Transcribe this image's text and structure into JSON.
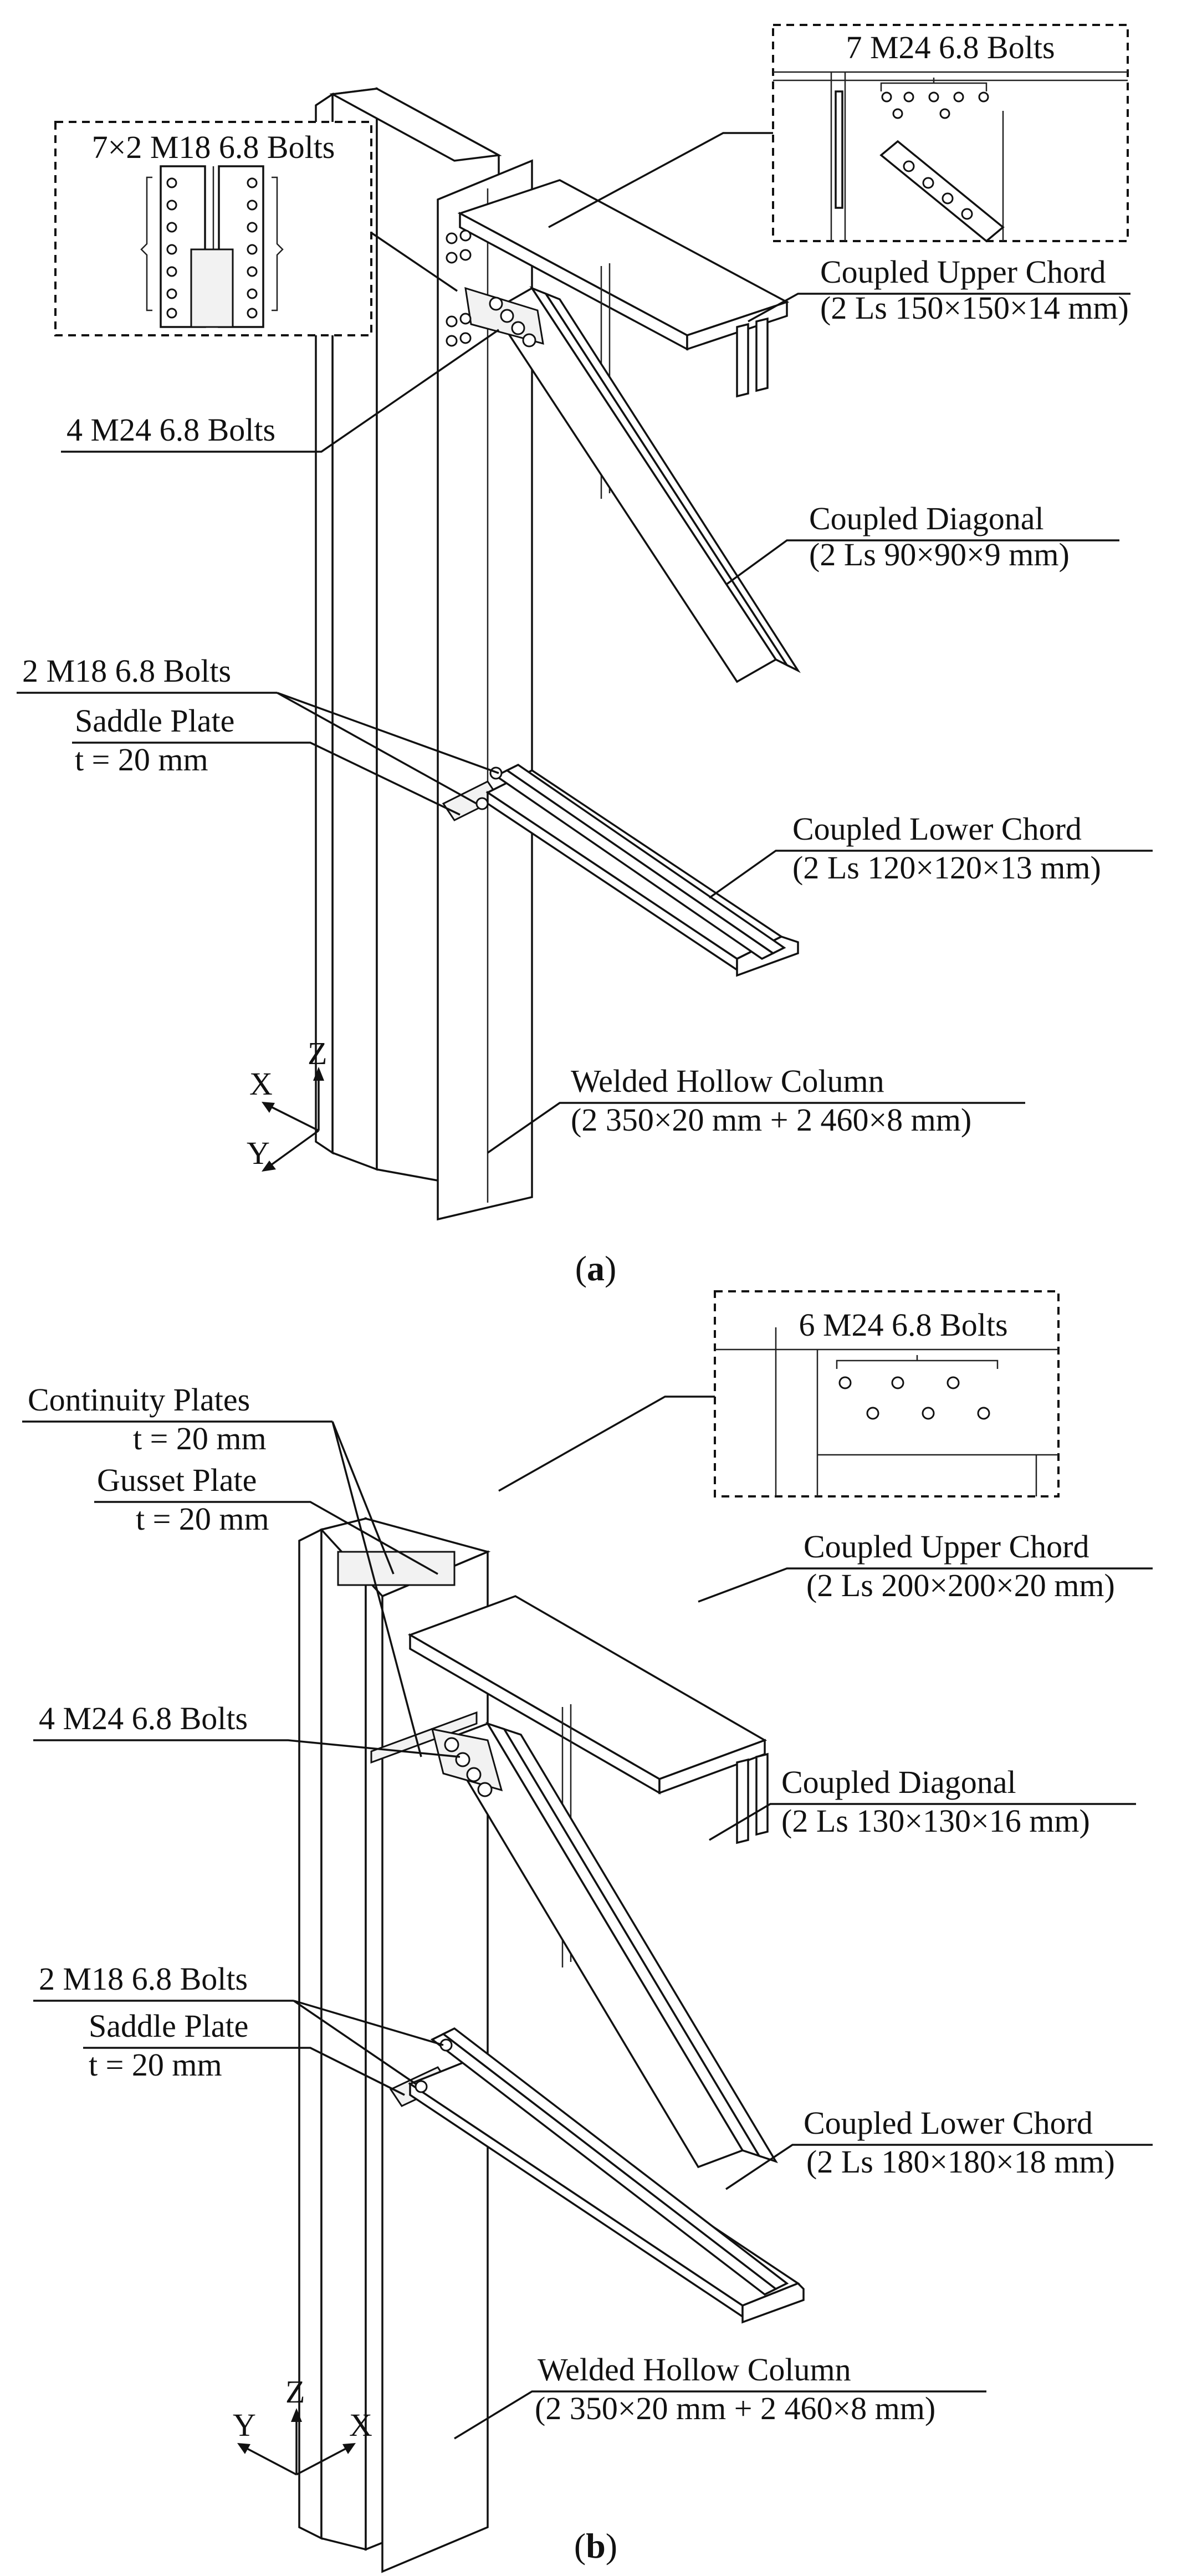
{
  "panel_a": {
    "caption_label": "a",
    "callout_top": "7 M24 6.8 Bolts",
    "callout_left": "7×2 M18 6.8 Bolts",
    "upper_chord": {
      "name": "Coupled Upper Chord",
      "section": "(2 Ls 150×150×14 mm)"
    },
    "diagonal_bolts": "4 M24 6.8 Bolts",
    "diagonal": {
      "name": "Coupled Diagonal",
      "section": "(2 Ls 90×90×9 mm)"
    },
    "saddle_bolts": "2 M18 6.8 Bolts",
    "saddle_plate": {
      "name": "Saddle Plate",
      "thickness": "t = 20 mm"
    },
    "lower_chord": {
      "name": "Coupled Lower Chord",
      "section": "(2 Ls 120×120×13 mm)"
    },
    "column": {
      "name": "Welded Hollow Column",
      "section": "(2 350×20 mm + 2 460×8 mm)"
    },
    "axes": {
      "x": "X",
      "y": "Y",
      "z": "Z"
    }
  },
  "panel_b": {
    "caption_label": "b",
    "callout_top": "6 M24 6.8 Bolts",
    "continuity_plates": {
      "name": "Continuity Plates",
      "thickness": "t = 20 mm"
    },
    "gusset_plate": {
      "name": "Gusset Plate",
      "thickness": "t = 20 mm"
    },
    "upper_chord": {
      "name": "Coupled Upper Chord",
      "section": "(2 Ls 200×200×20 mm)"
    },
    "diagonal_bolts": "4 M24 6.8 Bolts",
    "diagonal": {
      "name": "Coupled Diagonal",
      "section": "(2 Ls 130×130×16 mm)"
    },
    "saddle_bolts": "2 M18 6.8 Bolts",
    "saddle_plate": {
      "name": "Saddle Plate",
      "thickness": "t = 20 mm"
    },
    "lower_chord": {
      "name": "Coupled Lower Chord",
      "section": "(2 Ls 180×180×18 mm)"
    },
    "column": {
      "name": "Welded Hollow Column",
      "section": "(2 350×20 mm + 2 460×8 mm)"
    },
    "axes": {
      "x": "X",
      "y": "Y",
      "z": "Z"
    }
  }
}
